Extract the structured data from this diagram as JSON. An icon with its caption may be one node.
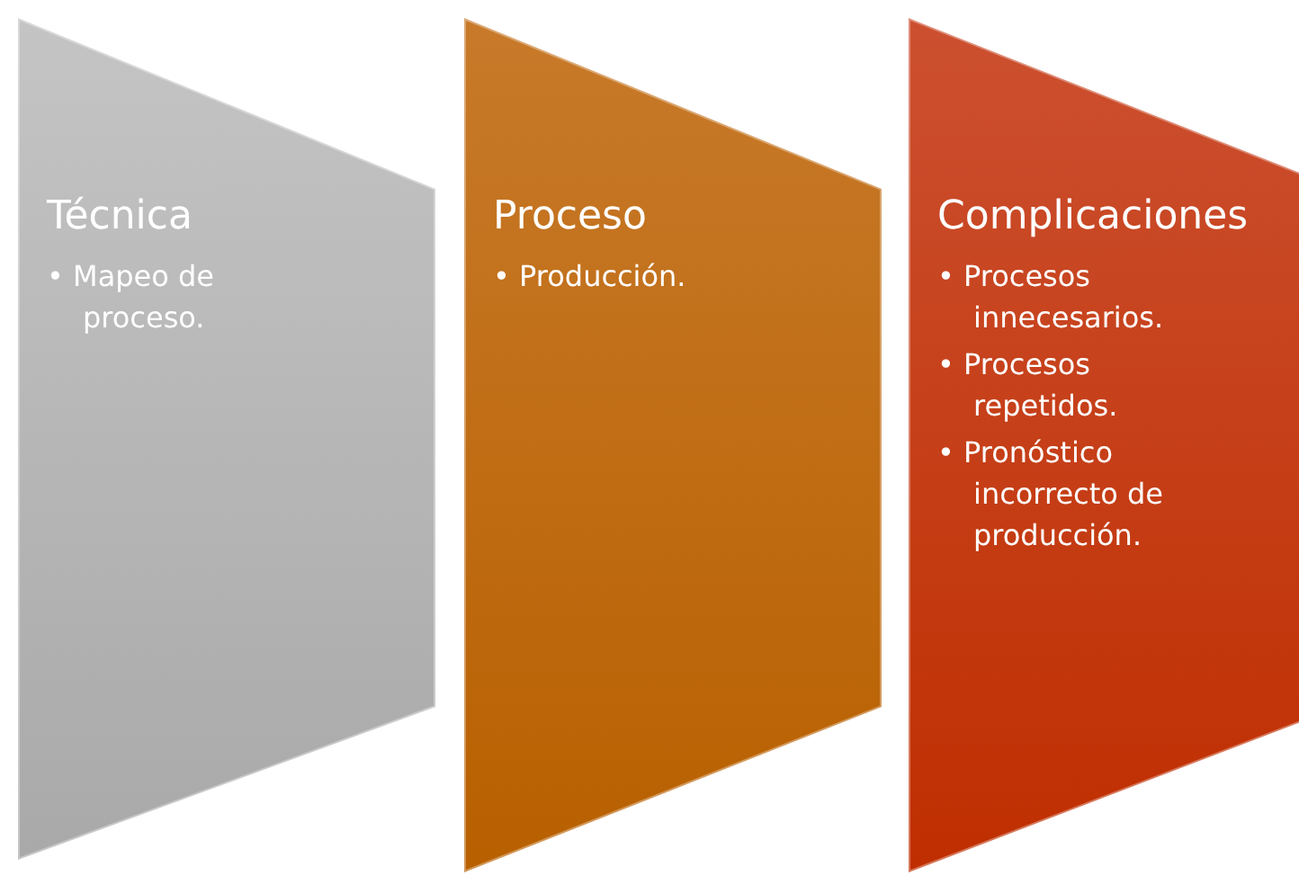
{
  "diagram": {
    "nodes": [
      {
        "text": [
          "Técnica",
          "• Mapeo de proceso."
        ]
      },
      {
        "text": [
          "Proceso",
          "• Producción."
        ]
      },
      {
        "text": [
          "Complicaciones",
          "• Procesos innecesarios.",
          "• Procesos repetidos.",
          "• Pronóstico incorrecto de producción."
        ]
      }
    ]
  }
}
